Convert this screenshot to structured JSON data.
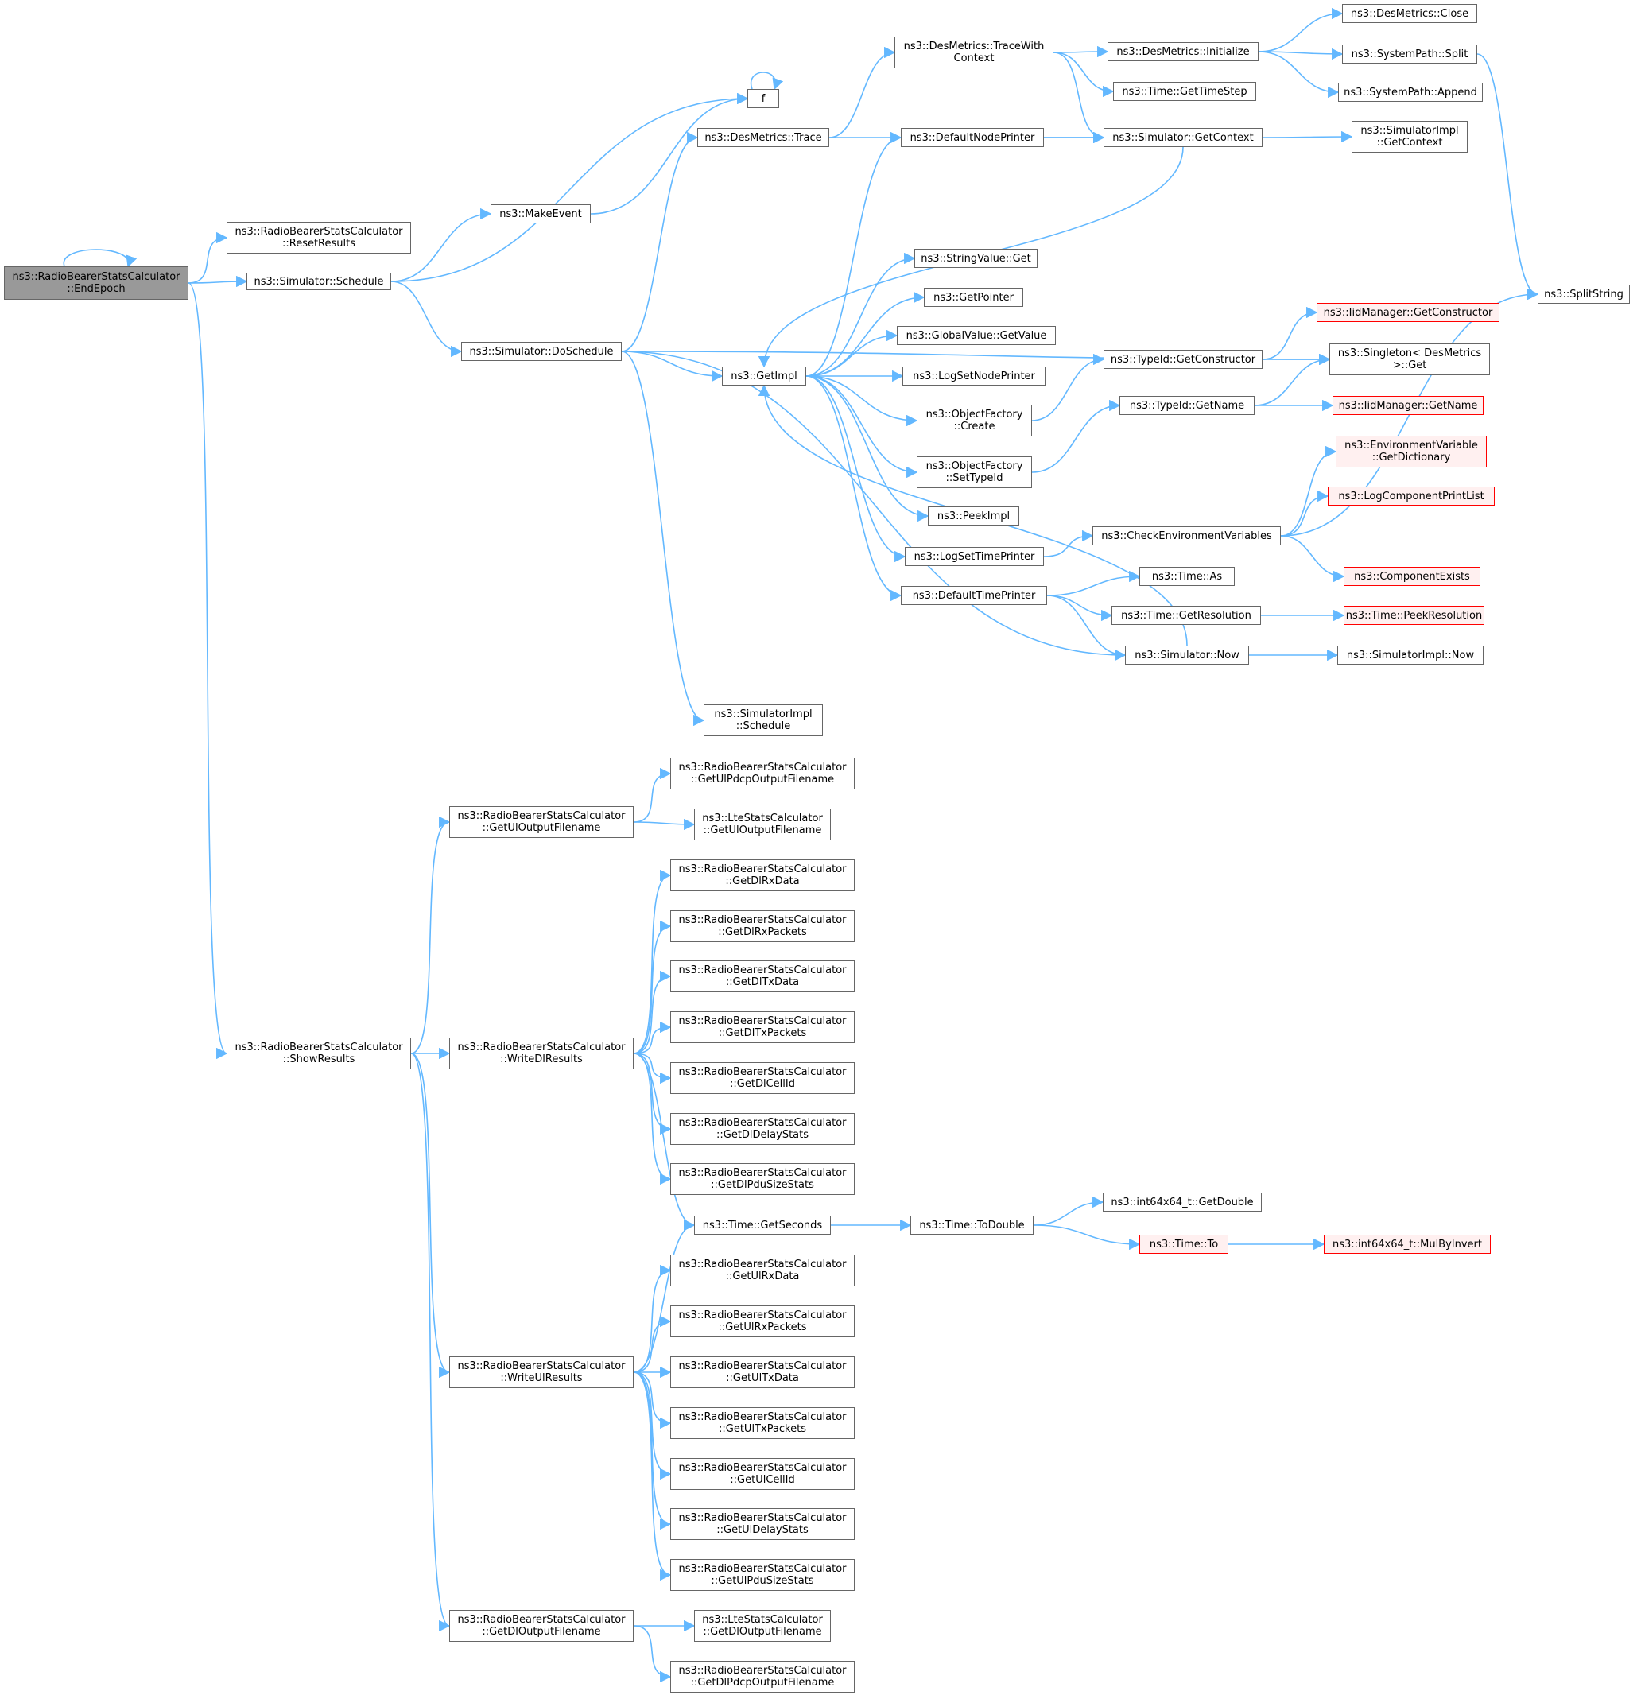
{
  "colors": {
    "edge": "#63b8ff",
    "border": "#666666",
    "root_fill": "#999999",
    "external_border": "#ff0000",
    "external_fill": "#fff0f0"
  },
  "nodes": [
    {
      "id": "n0",
      "lines": [
        "ns3::RadioBearerStatsCalculator",
        "::EndEpoch"
      ],
      "kind": "root"
    },
    {
      "id": "n1",
      "lines": [
        "ns3::RadioBearerStatsCalculator",
        "::ResetResults"
      ]
    },
    {
      "id": "n2",
      "lines": [
        "ns3::Simulator::Schedule"
      ]
    },
    {
      "id": "n3",
      "lines": [
        "f"
      ]
    },
    {
      "id": "n4",
      "lines": [
        "ns3::MakeEvent"
      ]
    },
    {
      "id": "n5",
      "lines": [
        "ns3::Simulator::DoSchedule"
      ]
    },
    {
      "id": "n6",
      "lines": [
        "ns3::DesMetrics::Trace"
      ]
    },
    {
      "id": "n7",
      "lines": [
        "ns3::DesMetrics::TraceWith",
        "Context"
      ]
    },
    {
      "id": "n8",
      "lines": [
        "ns3::DesMetrics::Initialize"
      ]
    },
    {
      "id": "n9",
      "lines": [
        "ns3::DesMetrics::Close"
      ]
    },
    {
      "id": "n10",
      "lines": [
        "ns3::SystemPath::Split"
      ]
    },
    {
      "id": "n11",
      "lines": [
        "ns3::SplitString"
      ]
    },
    {
      "id": "n12",
      "lines": [
        "ns3::SystemPath::Append"
      ]
    },
    {
      "id": "n13",
      "lines": [
        "ns3::Time::GetTimeStep"
      ]
    },
    {
      "id": "n14",
      "lines": [
        "ns3::Simulator::GetContext"
      ]
    },
    {
      "id": "n15",
      "lines": [
        "ns3::GetImpl"
      ]
    },
    {
      "id": "n16",
      "lines": [
        "ns3::DefaultNodePrinter"
      ]
    },
    {
      "id": "n17",
      "lines": [
        "ns3::StringValue::Get"
      ]
    },
    {
      "id": "n18",
      "lines": [
        "ns3::GetPointer"
      ]
    },
    {
      "id": "n19",
      "lines": [
        "ns3::GlobalValue::GetValue"
      ]
    },
    {
      "id": "n20",
      "lines": [
        "ns3::LogSetNodePrinter"
      ]
    },
    {
      "id": "n21",
      "lines": [
        "ns3::ObjectFactory",
        "::Create"
      ]
    },
    {
      "id": "n22",
      "lines": [
        "ns3::TypeId::GetConstructor"
      ]
    },
    {
      "id": "n23",
      "lines": [
        "ns3::IidManager::GetConstructor"
      ],
      "kind": "external"
    },
    {
      "id": "n24",
      "lines": [
        "ns3::Singleton< DesMetrics",
        " >::Get"
      ]
    },
    {
      "id": "n25",
      "lines": [
        "ns3::ObjectFactory",
        "::SetTypeId"
      ]
    },
    {
      "id": "n26",
      "lines": [
        "ns3::TypeId::GetName"
      ]
    },
    {
      "id": "n27",
      "lines": [
        "ns3::IidManager::GetName"
      ],
      "kind": "external"
    },
    {
      "id": "n28",
      "lines": [
        "ns3::PeekImpl"
      ]
    },
    {
      "id": "n29",
      "lines": [
        "ns3::LogSetTimePrinter"
      ]
    },
    {
      "id": "n30",
      "lines": [
        "ns3::CheckEnvironmentVariables"
      ]
    },
    {
      "id": "n31",
      "lines": [
        "ns3::EnvironmentVariable",
        "::GetDictionary"
      ],
      "kind": "external"
    },
    {
      "id": "n32",
      "lines": [
        "ns3::LogComponentPrintList"
      ],
      "kind": "external"
    },
    {
      "id": "n33",
      "lines": [
        "ns3::ComponentExists"
      ],
      "kind": "external"
    },
    {
      "id": "n34",
      "lines": [
        "ns3::DefaultTimePrinter"
      ]
    },
    {
      "id": "n35",
      "lines": [
        "ns3::Time::As"
      ]
    },
    {
      "id": "n36",
      "lines": [
        "ns3::Time::GetResolution"
      ]
    },
    {
      "id": "n37",
      "lines": [
        "ns3::Time::PeekResolution"
      ],
      "kind": "external"
    },
    {
      "id": "n38",
      "lines": [
        "ns3::Simulator::Now"
      ]
    },
    {
      "id": "n39",
      "lines": [
        "ns3::SimulatorImpl::Now"
      ]
    },
    {
      "id": "n40",
      "lines": [
        "ns3::SimulatorImpl",
        "::GetContext"
      ]
    },
    {
      "id": "n41",
      "lines": [
        "ns3::SimulatorImpl",
        "::Schedule"
      ]
    },
    {
      "id": "n42",
      "lines": [
        "ns3::RadioBearerStatsCalculator",
        "::ShowResults"
      ]
    },
    {
      "id": "n43",
      "lines": [
        "ns3::RadioBearerStatsCalculator",
        "::GetUlOutputFilename"
      ]
    },
    {
      "id": "n44",
      "lines": [
        "ns3::RadioBearerStatsCalculator",
        "::GetUlPdcpOutputFilename"
      ]
    },
    {
      "id": "n45",
      "lines": [
        "ns3::LteStatsCalculator",
        "::GetUlOutputFilename"
      ]
    },
    {
      "id": "n46",
      "lines": [
        "ns3::RadioBearerStatsCalculator",
        "::WriteDlResults"
      ]
    },
    {
      "id": "n47",
      "lines": [
        "ns3::RadioBearerStatsCalculator",
        "::GetDlRxData"
      ]
    },
    {
      "id": "n48",
      "lines": [
        "ns3::RadioBearerStatsCalculator",
        "::GetDlRxPackets"
      ]
    },
    {
      "id": "n49",
      "lines": [
        "ns3::RadioBearerStatsCalculator",
        "::GetDlTxData"
      ]
    },
    {
      "id": "n50",
      "lines": [
        "ns3::RadioBearerStatsCalculator",
        "::GetDlTxPackets"
      ]
    },
    {
      "id": "n51",
      "lines": [
        "ns3::RadioBearerStatsCalculator",
        "::GetDlCellId"
      ]
    },
    {
      "id": "n52",
      "lines": [
        "ns3::RadioBearerStatsCalculator",
        "::GetDlDelayStats"
      ]
    },
    {
      "id": "n53",
      "lines": [
        "ns3::RadioBearerStatsCalculator",
        "::GetDlPduSizeStats"
      ]
    },
    {
      "id": "n54",
      "lines": [
        "ns3::Time::GetSeconds"
      ]
    },
    {
      "id": "n55",
      "lines": [
        "ns3::Time::ToDouble"
      ]
    },
    {
      "id": "n56",
      "lines": [
        "ns3::int64x64_t::GetDouble"
      ]
    },
    {
      "id": "n57",
      "lines": [
        "ns3::Time::To"
      ],
      "kind": "external"
    },
    {
      "id": "n58",
      "lines": [
        "ns3::int64x64_t::MulByInvert"
      ],
      "kind": "external"
    },
    {
      "id": "n59",
      "lines": [
        "ns3::RadioBearerStatsCalculator",
        "::WriteUlResults"
      ]
    },
    {
      "id": "n60",
      "lines": [
        "ns3::RadioBearerStatsCalculator",
        "::GetUlRxData"
      ]
    },
    {
      "id": "n61",
      "lines": [
        "ns3::RadioBearerStatsCalculator",
        "::GetUlRxPackets"
      ]
    },
    {
      "id": "n62",
      "lines": [
        "ns3::RadioBearerStatsCalculator",
        "::GetUlTxData"
      ]
    },
    {
      "id": "n63",
      "lines": [
        "ns3::RadioBearerStatsCalculator",
        "::GetUlTxPackets"
      ]
    },
    {
      "id": "n64",
      "lines": [
        "ns3::RadioBearerStatsCalculator",
        "::GetUlCellId"
      ]
    },
    {
      "id": "n65",
      "lines": [
        "ns3::RadioBearerStatsCalculator",
        "::GetUlDelayStats"
      ]
    },
    {
      "id": "n66",
      "lines": [
        "ns3::RadioBearerStatsCalculator",
        "::GetUlPduSizeStats"
      ]
    },
    {
      "id": "n67",
      "lines": [
        "ns3::RadioBearerStatsCalculator",
        "::GetDlOutputFilename"
      ]
    },
    {
      "id": "n68",
      "lines": [
        "ns3::LteStatsCalculator",
        "::GetDlOutputFilename"
      ]
    },
    {
      "id": "n69",
      "lines": [
        "ns3::RadioBearerStatsCalculator",
        "::GetDlPdcpOutputFilename"
      ]
    }
  ],
  "edges": [
    [
      "n0",
      "n0"
    ],
    [
      "n0",
      "n1"
    ],
    [
      "n0",
      "n2"
    ],
    [
      "n0",
      "n42"
    ],
    [
      "n2",
      "n3"
    ],
    [
      "n2",
      "n4"
    ],
    [
      "n2",
      "n5"
    ],
    [
      "n3",
      "n3"
    ],
    [
      "n4",
      "n3"
    ],
    [
      "n5",
      "n6"
    ],
    [
      "n5",
      "n15"
    ],
    [
      "n5",
      "n24"
    ],
    [
      "n5",
      "n38"
    ],
    [
      "n5",
      "n41"
    ],
    [
      "n6",
      "n7"
    ],
    [
      "n6",
      "n14"
    ],
    [
      "n7",
      "n8"
    ],
    [
      "n7",
      "n13"
    ],
    [
      "n7",
      "n14"
    ],
    [
      "n8",
      "n9"
    ],
    [
      "n8",
      "n10"
    ],
    [
      "n8",
      "n12"
    ],
    [
      "n10",
      "n11"
    ],
    [
      "n14",
      "n40"
    ],
    [
      "n14",
      "n15"
    ],
    [
      "n15",
      "n16"
    ],
    [
      "n15",
      "n17"
    ],
    [
      "n15",
      "n18"
    ],
    [
      "n15",
      "n19"
    ],
    [
      "n15",
      "n20"
    ],
    [
      "n15",
      "n21"
    ],
    [
      "n15",
      "n25"
    ],
    [
      "n15",
      "n28"
    ],
    [
      "n15",
      "n29"
    ],
    [
      "n15",
      "n34"
    ],
    [
      "n16",
      "n14"
    ],
    [
      "n21",
      "n22"
    ],
    [
      "n22",
      "n23"
    ],
    [
      "n22",
      "n24"
    ],
    [
      "n25",
      "n26"
    ],
    [
      "n26",
      "n24"
    ],
    [
      "n26",
      "n27"
    ],
    [
      "n29",
      "n30"
    ],
    [
      "n30",
      "n31"
    ],
    [
      "n30",
      "n32"
    ],
    [
      "n30",
      "n33"
    ],
    [
      "n30",
      "n11"
    ],
    [
      "n34",
      "n35"
    ],
    [
      "n34",
      "n36"
    ],
    [
      "n34",
      "n38"
    ],
    [
      "n36",
      "n37"
    ],
    [
      "n38",
      "n39"
    ],
    [
      "n38",
      "n15"
    ],
    [
      "n42",
      "n43"
    ],
    [
      "n42",
      "n46"
    ],
    [
      "n42",
      "n59"
    ],
    [
      "n42",
      "n67"
    ],
    [
      "n43",
      "n44"
    ],
    [
      "n43",
      "n45"
    ],
    [
      "n46",
      "n47"
    ],
    [
      "n46",
      "n48"
    ],
    [
      "n46",
      "n49"
    ],
    [
      "n46",
      "n50"
    ],
    [
      "n46",
      "n51"
    ],
    [
      "n46",
      "n52"
    ],
    [
      "n46",
      "n53"
    ],
    [
      "n46",
      "n54"
    ],
    [
      "n54",
      "n55"
    ],
    [
      "n55",
      "n56"
    ],
    [
      "n55",
      "n57"
    ],
    [
      "n57",
      "n58"
    ],
    [
      "n59",
      "n54"
    ],
    [
      "n59",
      "n60"
    ],
    [
      "n59",
      "n61"
    ],
    [
      "n59",
      "n62"
    ],
    [
      "n59",
      "n63"
    ],
    [
      "n59",
      "n64"
    ],
    [
      "n59",
      "n65"
    ],
    [
      "n59",
      "n66"
    ],
    [
      "n67",
      "n68"
    ],
    [
      "n67",
      "n69"
    ]
  ]
}
